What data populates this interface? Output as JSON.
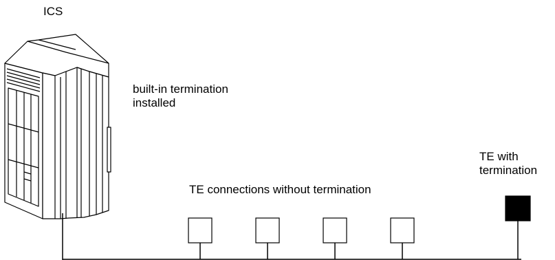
{
  "labels": {
    "ics": "ICS",
    "builtin_termination": [
      "built-in termination",
      "installed"
    ],
    "te_connections": "TE connections without termination",
    "te_with_termination": [
      "TE with",
      "termination"
    ]
  },
  "te_devices": [
    {
      "terminated": false
    },
    {
      "terminated": false
    },
    {
      "terminated": false
    },
    {
      "terminated": false
    },
    {
      "terminated": true
    }
  ]
}
